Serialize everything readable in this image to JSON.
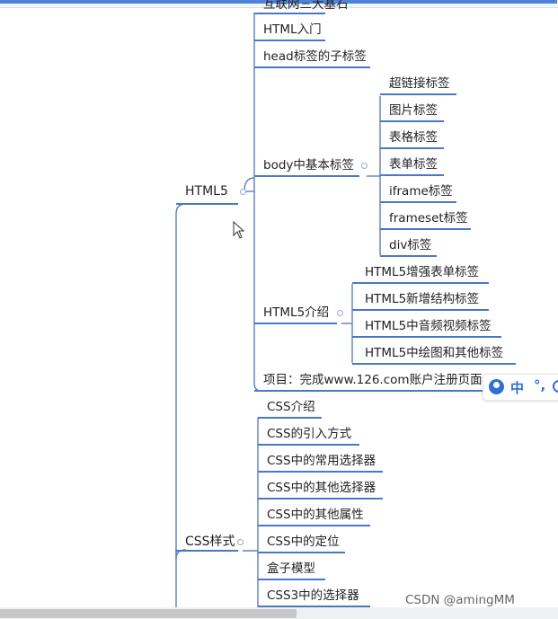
{
  "mindmap": {
    "branches": [
      {
        "label": "HTML5",
        "children": [
          {
            "label": "互联网三大基石"
          },
          {
            "label": "HTML入门"
          },
          {
            "label": "head标签的子标签"
          },
          {
            "label": "body中基本标签",
            "children": [
              "超链接标签",
              "图片标签",
              "表格标签",
              "表单标签",
              "iframe标签",
              "frameset标签",
              "div标签"
            ]
          },
          {
            "label": "HTML5介绍",
            "children": [
              "HTML5增强表单标签",
              "HTML5新增结构标签",
              "HTML5中音频视频标签",
              "HTML5中绘图和其他标签"
            ]
          },
          {
            "label": "项目：完成www.126.com账户注册页面"
          }
        ]
      },
      {
        "label": "CSS样式",
        "children": [
          {
            "label": "CSS介绍"
          },
          {
            "label": "CSS的引入方式"
          },
          {
            "label": "CSS中的常用选择器"
          },
          {
            "label": "CSS中的其他选择器"
          },
          {
            "label": "CSS中的其他属性"
          },
          {
            "label": "CSS中的定位"
          },
          {
            "label": "盒子模型"
          },
          {
            "label": "CSS3中的选择器"
          }
        ]
      }
    ]
  },
  "ime_toolbar": {
    "lang": "中",
    "punct": "°,"
  },
  "watermark": "CSDN @amingMM",
  "colors": {
    "line": "#5b7fc0",
    "underline": "#4a78c8",
    "text": "#222222",
    "ime_accent": "#2f6fd6"
  }
}
